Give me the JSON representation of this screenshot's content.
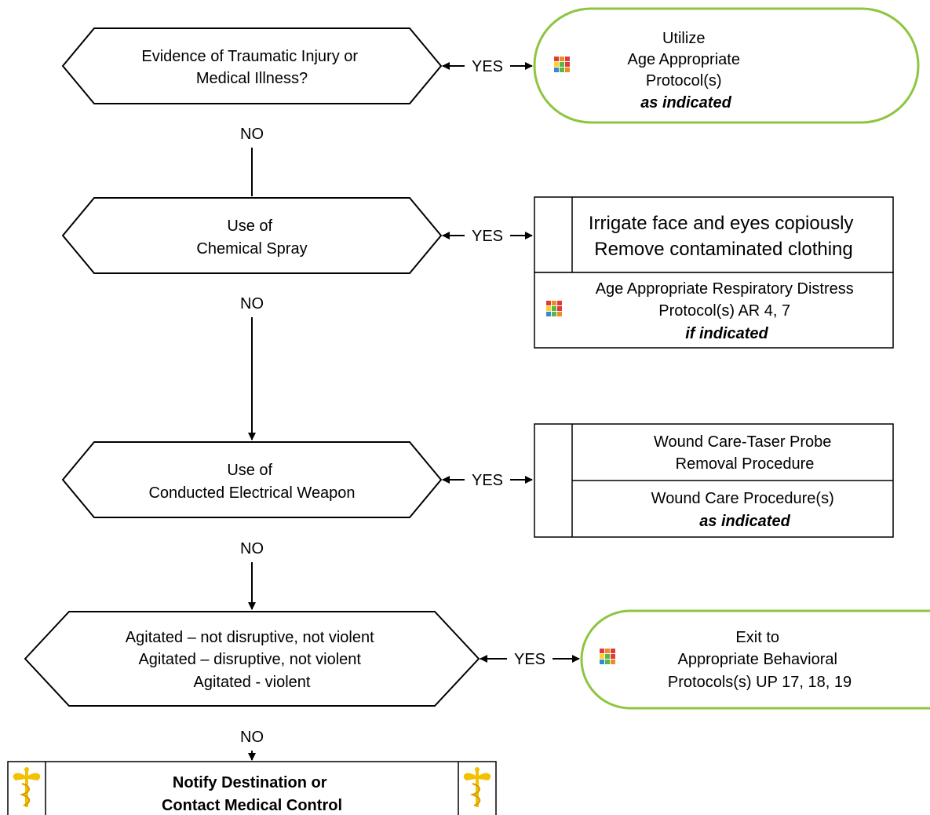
{
  "decisions": {
    "traumatic": {
      "lines": [
        "Evidence of Traumatic Injury or",
        "Medical Illness?"
      ]
    },
    "chemical": {
      "lines": [
        "Use of",
        "Chemical Spray"
      ]
    },
    "electrical": {
      "lines": [
        "Use of",
        "Conducted Electrical Weapon"
      ]
    },
    "agitated": {
      "lines": [
        "Agitated – not disruptive, not violent",
        "Agitated – disruptive, not violent",
        "Agitated - violent"
      ]
    }
  },
  "connectors": {
    "yes": "YES",
    "no": "NO"
  },
  "outcomes": {
    "utilize": {
      "line1": "Utilize",
      "line2": "Age Appropriate",
      "line3": "Protocol(s)",
      "emphasis": "as indicated"
    },
    "irrigate": {
      "line1": "Irrigate face and eyes copiously",
      "line2": "Remove contaminated clothing"
    },
    "respiratory": {
      "line1": "Age Appropriate Respiratory Distress",
      "line2": "Protocol(s) AR 4, 7",
      "emphasis": "if indicated"
    },
    "taser": {
      "line1": "Wound Care-Taser Probe",
      "line2": "Removal Procedure"
    },
    "wound": {
      "line1": "Wound Care Procedure(s)",
      "emphasis": "as indicated"
    },
    "behavioral": {
      "line1": "Exit to",
      "line2": "Appropriate Behavioral",
      "line3": "Protocols(s) UP 17, 18, 19"
    },
    "notify": {
      "line1": "Notify Destination or",
      "line2": "Contact Medical Control"
    }
  },
  "icons": {
    "protocol": "protocol-grid-icon",
    "medical": "caduceus-icon"
  },
  "colors": {
    "green_border": "#8cc63f",
    "grid": [
      "#e03b3b",
      "#f08a24",
      "#ffd21f",
      "#5ab645",
      "#3a87d6",
      "#9b59b6",
      "#e03b3b",
      "#5ab645",
      "#f08a24"
    ],
    "caduceus": "#f2c200"
  }
}
